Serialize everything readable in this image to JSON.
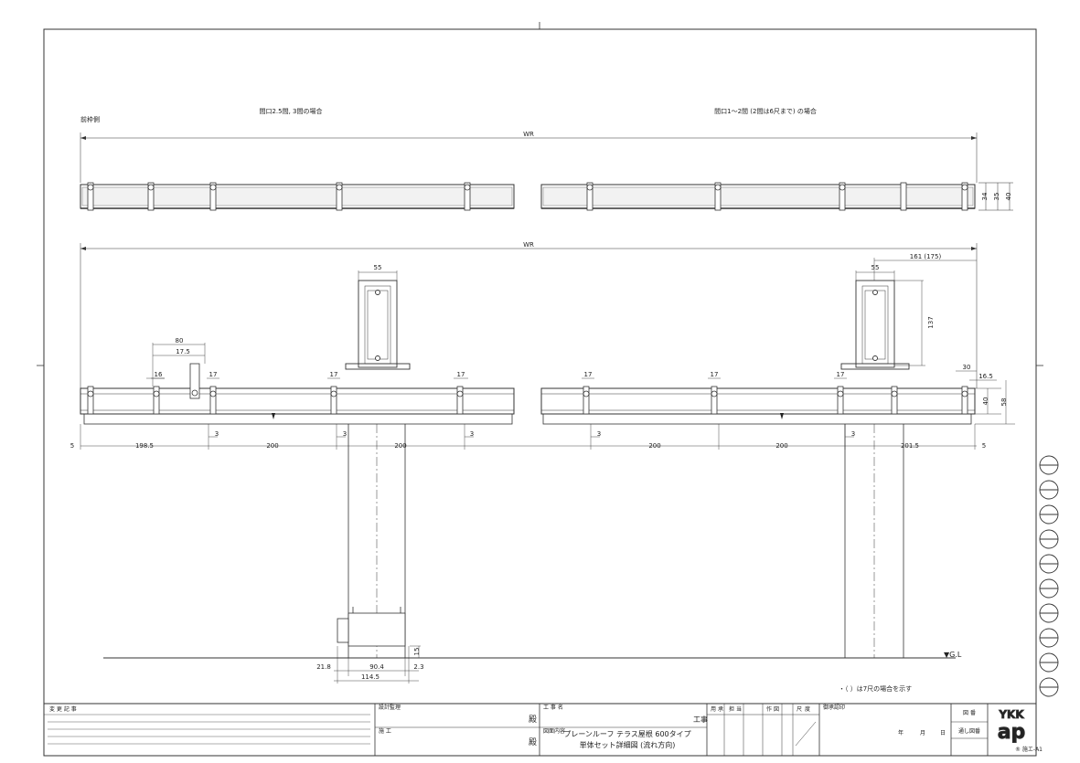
{
  "headings": {
    "left_case": "間口2.5間, 3間の場合",
    "right_case": "間口1～2間 (2間は6尺まで) の場合",
    "front_frame": "前枠側"
  },
  "dimensions": {
    "wr_top": "WR",
    "wr_mid": "WR",
    "panel_34": "34",
    "panel_35": "35",
    "panel_40": "40",
    "left_80": "80",
    "left_17_5": "17.5",
    "left_16": "16",
    "d17_a": "17",
    "d17_b": "17",
    "d17_c": "17",
    "d17_d": "17",
    "d17_e": "17",
    "d17_f": "17",
    "post_55_left": "55",
    "post_55_right": "55",
    "right_161": "161 (175)",
    "right_137": "137",
    "right_30": "30",
    "right_16_5": "16.5",
    "right_40": "40",
    "right_58": "58",
    "left_5": "5",
    "left_198_5": "198.5",
    "left_200_a": "200",
    "left_200_b": "200",
    "right_200_a": "200",
    "right_200_b": "200",
    "right_201_5": "201.5",
    "right_5": "5",
    "gap3_a": "3",
    "gap3_b": "3",
    "gap3_c": "3",
    "gap3_d": "3",
    "base_21_8": "21.8",
    "base_90_4": "90.4",
    "base_2_3": "2.3",
    "base_114_5": "114.5",
    "base_15": "15",
    "gl": "▼G.L"
  },
  "note": "・（ ）は7尺の場合を示す",
  "title_block": {
    "revision_label": "変 更 記 事",
    "design_label": "設計監理",
    "construction_label": "施 工",
    "dono_1": "殿",
    "dono_2": "殿",
    "project_label": "工 事 名",
    "project_suffix": "工事",
    "drawing_label": "図面内容",
    "title_line1": "プレーンルーフ テラス屋根 600タイプ",
    "title_line2": "単体セット詳細図 (流れ方向)",
    "col_1": "用",
    "col_2": "承",
    "col_3": "担",
    "col_4": "当",
    "col_5": "作",
    "col_6": "図",
    "col_7": "尺",
    "col_8": "度",
    "approval_label": "御承認印",
    "date_year": "年",
    "date_month": "月",
    "date_day": "日",
    "zuban_label": "図 番",
    "zuban_value": "通し図番",
    "sheet_code": "® 施エ-A1",
    "logo_text": "YKK ap"
  }
}
